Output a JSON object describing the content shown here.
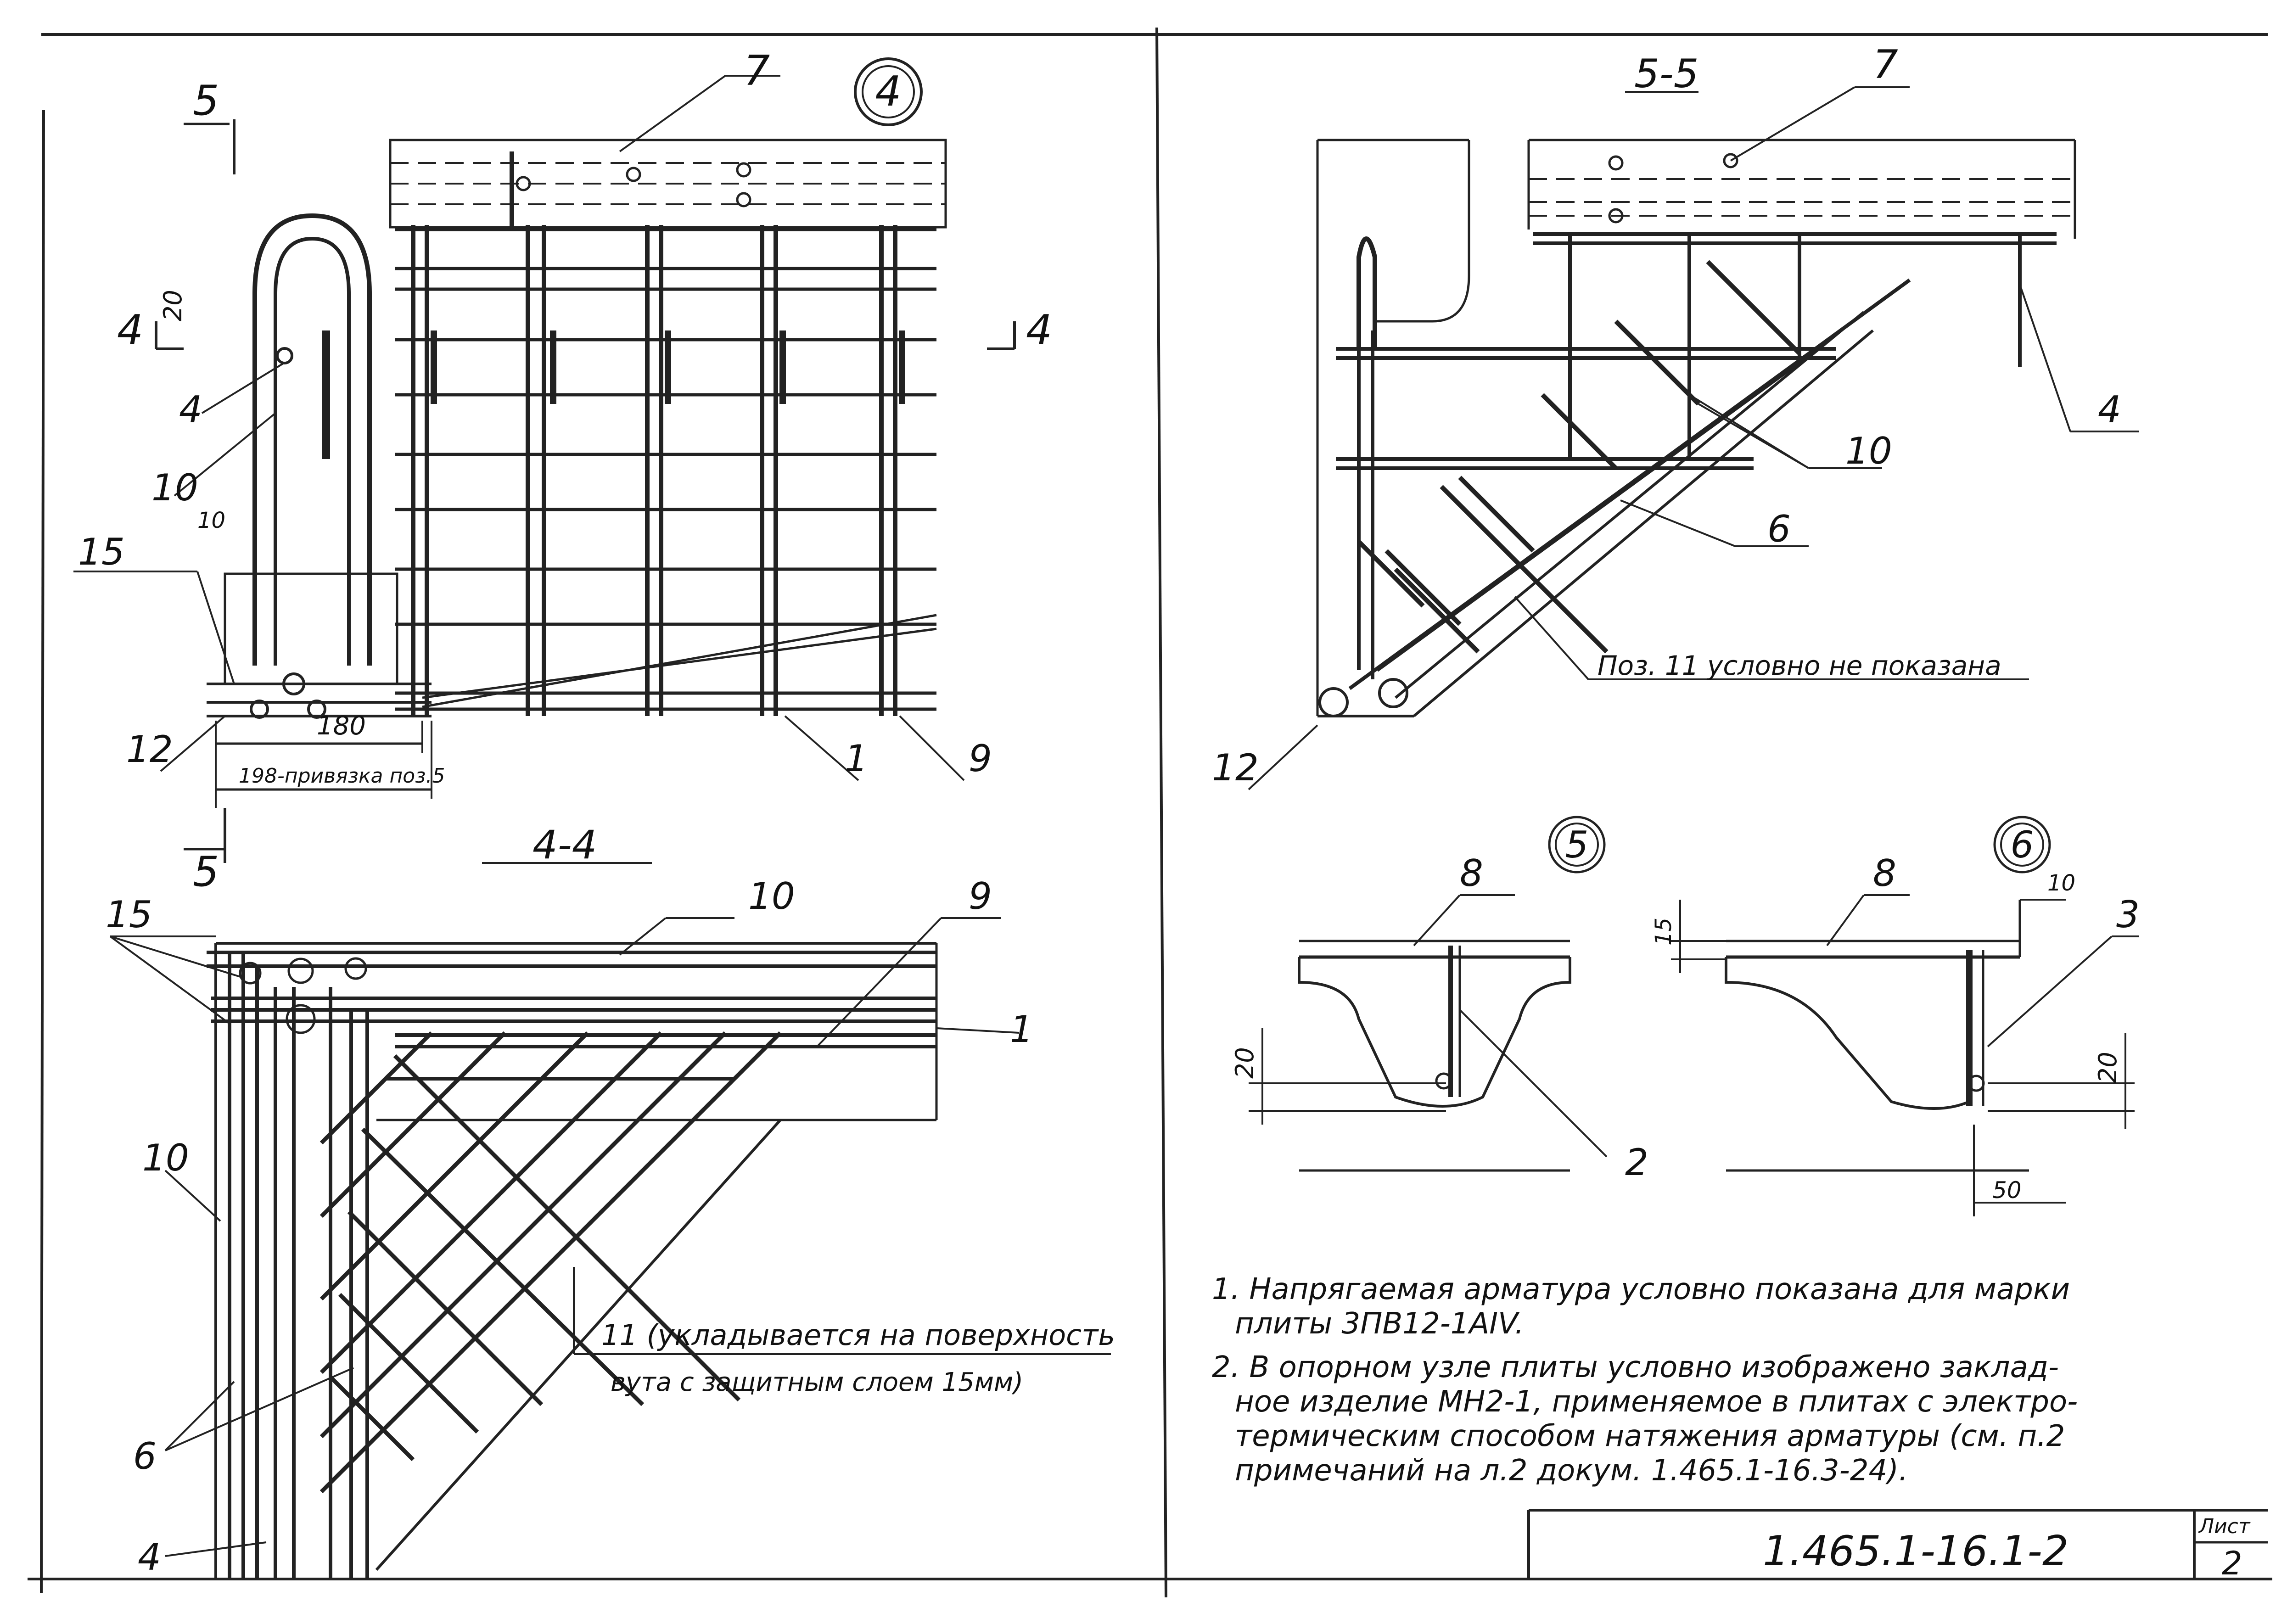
{
  "views": {
    "node4": {
      "label": "4"
    },
    "node5": {
      "label": "5"
    },
    "node6": {
      "label": "6"
    },
    "section_5_5": {
      "label": "5-5"
    },
    "section_4_4": {
      "label": "4-4"
    }
  },
  "section_marks": {
    "five": "5",
    "four": "4"
  },
  "positions": {
    "p1": "1",
    "p2": "2",
    "p3": "3",
    "p4": "4",
    "p6": "6",
    "p7": "7",
    "p8": "8",
    "p9": "9",
    "p10": "10",
    "p12": "12",
    "p15": "15"
  },
  "dimensions": {
    "d20": "20",
    "d10": "10",
    "d180": "180",
    "d198": "198-привязка поз.5",
    "d15": "15",
    "d50": "50",
    "d10b": "10"
  },
  "annotations": {
    "pos11_hidden": "Поз. 11 условно не показана",
    "pos11_line1": "11 (укладывается на поверхность",
    "pos11_line2": "вута с защитным слоем 15мм)"
  },
  "notes": [
    "1. Напрягаемая арматура условно показана для марки",
    "плиты 3ПВ12-1АIV.",
    "2. В опорном узле плиты условно изображено заклад-",
    "ное изделие МН2-1, применяемое в плитах с электро-",
    "термическим способом натяжения арматуры (см. п.2",
    "примечаний на л.2 докум. 1.465.1-16.3-24)."
  ],
  "title_block": {
    "code": "1.465.1-16.1-2",
    "sheet_label": "Лист",
    "sheet_number": "2"
  }
}
